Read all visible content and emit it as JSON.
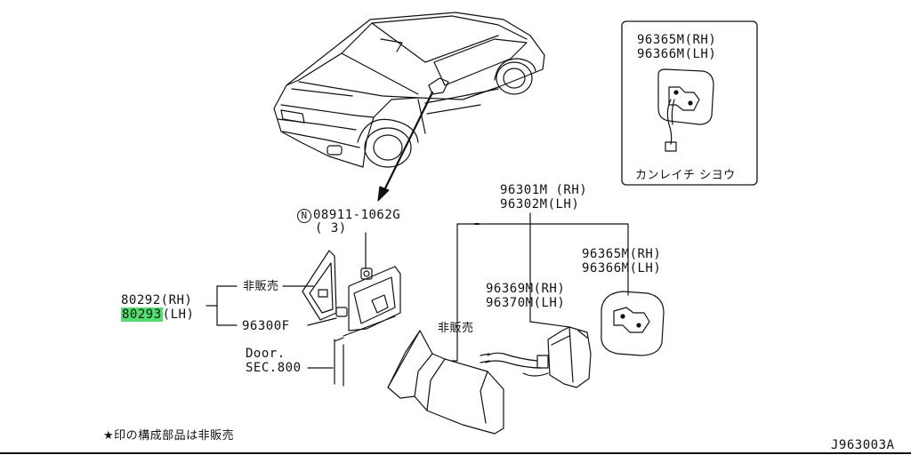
{
  "parts": {
    "top_right_rh": "96365M(RH)",
    "top_right_lh": "96366M(LH)",
    "top_right_caption": "カンレイチ シヨウ",
    "bolt_mark": "N",
    "bolt_number": "08911-1062G",
    "bolt_qty": "( 3)",
    "mirror_rh": "96301M (RH)",
    "mirror_lh": "96302M(LH)",
    "glass_rh": "96365M(RH)",
    "glass_lh": "96366M(LH)",
    "actuator_rh": "96369M(RH)",
    "actuator_lh": "96370M(LH)",
    "not_for_sale_1": "非販売",
    "cover_rh": "80292(RH)",
    "cover_lh_prefix": "8029",
    "cover_lh_highlight": "3",
    "cover_lh_suffix": "(LH)",
    "base": "96300F",
    "door_line1": "Door.",
    "door_line2": "SEC.800",
    "not_for_sale_2": "非販売"
  },
  "footer": {
    "note": "★印の構成部品は非販売",
    "ref_code": "J963003A"
  },
  "colors": {
    "line": "#111111",
    "highlight": "#4de06a"
  }
}
